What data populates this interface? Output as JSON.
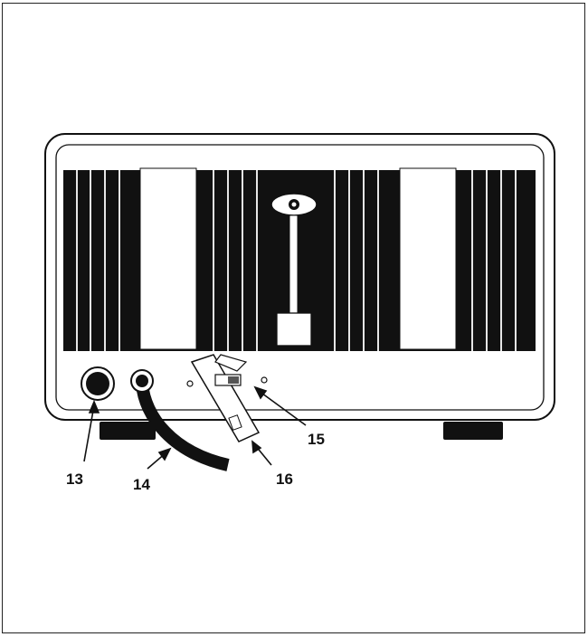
{
  "figure": {
    "colors": {
      "ink": "#111111",
      "paper": "#ffffff"
    },
    "callouts": [
      {
        "id": "13",
        "label": "13"
      },
      {
        "id": "14",
        "label": "14"
      },
      {
        "id": "15",
        "label": "15"
      },
      {
        "id": "16",
        "label": "16"
      }
    ]
  }
}
